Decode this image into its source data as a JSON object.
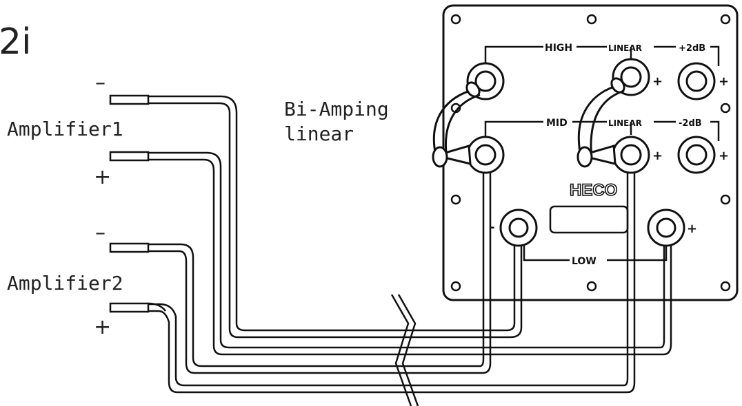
{
  "diagram": {
    "title_fragment": "2i",
    "mode_label_line1": "Bi-Amping",
    "mode_label_line2": "linear",
    "amplifier1": {
      "label": "Amplifier1",
      "minus": "–",
      "plus": "+"
    },
    "amplifier2": {
      "label": "Amplifier2",
      "minus": "–",
      "plus": "+"
    },
    "panel": {
      "brand": "HECO",
      "high_label": "HIGH",
      "mid_label": "MID",
      "low_label": "LOW",
      "linear_label_top": "LINEAR",
      "linear_label_mid": "LINEAR",
      "plus2db_label": "+2dB",
      "minus2db_label": "-2dB",
      "plus_sign": "+",
      "minus_sign": "-"
    }
  }
}
